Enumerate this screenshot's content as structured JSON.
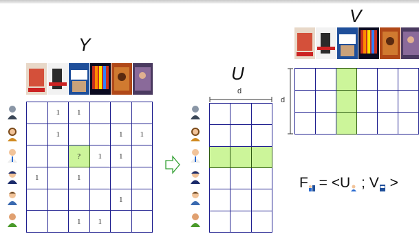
{
  "labels": {
    "Y": "Y",
    "U": "U",
    "V": "V"
  },
  "dimensions": {
    "u_width": "d",
    "v_height": "d"
  },
  "Y": {
    "rows": [
      [
        "",
        "1",
        "1",
        "",
        "",
        ""
      ],
      [
        "",
        "1",
        "",
        "",
        "1",
        "1"
      ],
      [
        "",
        "",
        "?",
        "1",
        "1",
        ""
      ],
      [
        "1",
        "",
        "1",
        "",
        "",
        ""
      ],
      [
        "",
        "",
        "",
        "",
        "1",
        ""
      ],
      [
        "",
        "",
        "1",
        "1",
        "",
        ""
      ]
    ],
    "highlight": {
      "row": 2,
      "col": 2
    }
  },
  "U": {
    "rows": 6,
    "cols": 3,
    "highlight_row": 2
  },
  "V": {
    "rows": 3,
    "cols": 6,
    "highlight_col": 2
  },
  "formula": {
    "lhs": "F",
    "eq": "= <U",
    "mid": "; V",
    "close": ">"
  },
  "users": [
    "man-suit",
    "woman",
    "man-tie",
    "man-cap",
    "man-casual",
    "man-green"
  ],
  "movies": [
    "movie-1",
    "movie-2",
    "movie-3",
    "movie-4",
    "movie-5",
    "movie-6"
  ],
  "colors": {
    "grid": "#1f1f8f",
    "highlight": "#ccf59a",
    "arrow": "#33a033"
  }
}
